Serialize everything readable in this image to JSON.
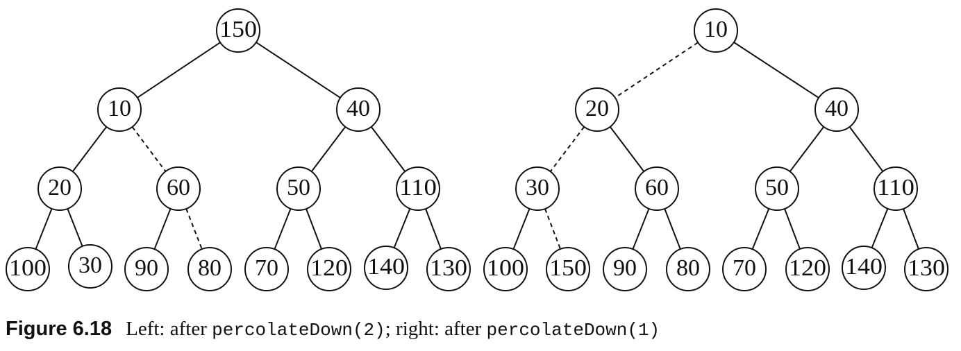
{
  "trees": [
    {
      "id": "left-heap",
      "nodes": [
        {
          "id": "L1",
          "value": "150"
        },
        {
          "id": "L2",
          "value": "10"
        },
        {
          "id": "L3",
          "value": "40"
        },
        {
          "id": "L4",
          "value": "20"
        },
        {
          "id": "L5",
          "value": "60"
        },
        {
          "id": "L6",
          "value": "50"
        },
        {
          "id": "L7",
          "value": "110"
        },
        {
          "id": "L8",
          "value": "100"
        },
        {
          "id": "L9",
          "value": "30"
        },
        {
          "id": "L10",
          "value": "90"
        },
        {
          "id": "L11",
          "value": "80"
        },
        {
          "id": "L12",
          "value": "70"
        },
        {
          "id": "L13",
          "value": "120"
        },
        {
          "id": "L14",
          "value": "140"
        },
        {
          "id": "L15",
          "value": "130"
        }
      ],
      "edges": [
        {
          "from": "L1",
          "to": "L2",
          "style": "solid"
        },
        {
          "from": "L1",
          "to": "L3",
          "style": "solid"
        },
        {
          "from": "L2",
          "to": "L4",
          "style": "solid"
        },
        {
          "from": "L2",
          "to": "L5",
          "style": "dashed"
        },
        {
          "from": "L3",
          "to": "L6",
          "style": "solid"
        },
        {
          "from": "L3",
          "to": "L7",
          "style": "solid"
        },
        {
          "from": "L4",
          "to": "L8",
          "style": "solid"
        },
        {
          "from": "L4",
          "to": "L9",
          "style": "solid"
        },
        {
          "from": "L5",
          "to": "L10",
          "style": "solid"
        },
        {
          "from": "L5",
          "to": "L11",
          "style": "dashed"
        },
        {
          "from": "L6",
          "to": "L12",
          "style": "solid"
        },
        {
          "from": "L6",
          "to": "L13",
          "style": "solid"
        },
        {
          "from": "L7",
          "to": "L14",
          "style": "solid"
        },
        {
          "from": "L7",
          "to": "L15",
          "style": "solid"
        }
      ]
    },
    {
      "id": "right-heap",
      "nodes": [
        {
          "id": "R1",
          "value": "10"
        },
        {
          "id": "R2",
          "value": "20"
        },
        {
          "id": "R3",
          "value": "40"
        },
        {
          "id": "R4",
          "value": "30"
        },
        {
          "id": "R5",
          "value": "60"
        },
        {
          "id": "R6",
          "value": "50"
        },
        {
          "id": "R7",
          "value": "110"
        },
        {
          "id": "R8",
          "value": "100"
        },
        {
          "id": "R9",
          "value": "150"
        },
        {
          "id": "R10",
          "value": "90"
        },
        {
          "id": "R11",
          "value": "80"
        },
        {
          "id": "R12",
          "value": "70"
        },
        {
          "id": "R13",
          "value": "120"
        },
        {
          "id": "R14",
          "value": "140"
        },
        {
          "id": "R15",
          "value": "130"
        }
      ],
      "edges": [
        {
          "from": "R1",
          "to": "R2",
          "style": "dashed"
        },
        {
          "from": "R1",
          "to": "R3",
          "style": "solid"
        },
        {
          "from": "R2",
          "to": "R4",
          "style": "dashed"
        },
        {
          "from": "R2",
          "to": "R5",
          "style": "solid"
        },
        {
          "from": "R3",
          "to": "R6",
          "style": "solid"
        },
        {
          "from": "R3",
          "to": "R7",
          "style": "solid"
        },
        {
          "from": "R4",
          "to": "R8",
          "style": "solid"
        },
        {
          "from": "R4",
          "to": "R9",
          "style": "dashed"
        },
        {
          "from": "R5",
          "to": "R10",
          "style": "solid"
        },
        {
          "from": "R5",
          "to": "R11",
          "style": "solid"
        },
        {
          "from": "R6",
          "to": "R12",
          "style": "solid"
        },
        {
          "from": "R6",
          "to": "R13",
          "style": "solid"
        },
        {
          "from": "R7",
          "to": "R14",
          "style": "solid"
        },
        {
          "from": "R7",
          "to": "R15",
          "style": "solid"
        }
      ]
    }
  ],
  "caption": {
    "figure_number": "Figure 6.18",
    "text_1": "Left: after ",
    "code_1": "percolateDown(2)",
    "text_2": "; right: after ",
    "code_2": "percolateDown(1)"
  }
}
